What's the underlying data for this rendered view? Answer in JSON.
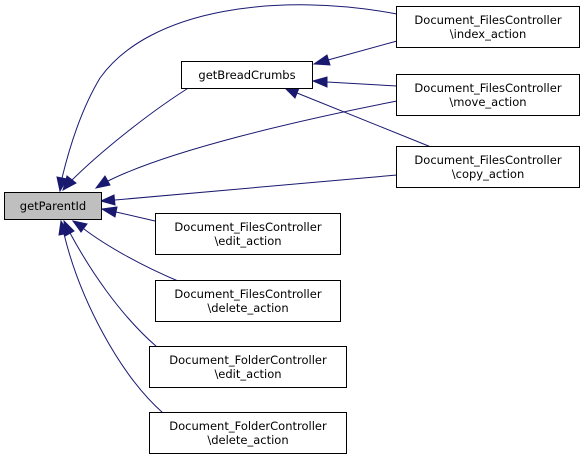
{
  "nodes": {
    "getParentId": {
      "lines": [
        "getParentId"
      ]
    },
    "getBreadCrumbs": {
      "lines": [
        "getBreadCrumbs"
      ]
    },
    "files_index": {
      "lines": [
        "Document_FilesController",
        "\\index_action"
      ]
    },
    "files_move": {
      "lines": [
        "Document_FilesController",
        "\\move_action"
      ]
    },
    "files_copy": {
      "lines": [
        "Document_FilesController",
        "\\copy_action"
      ]
    },
    "files_edit": {
      "lines": [
        "Document_FilesController",
        "\\edit_action"
      ]
    },
    "files_delete": {
      "lines": [
        "Document_FilesController",
        "\\delete_action"
      ]
    },
    "folder_edit": {
      "lines": [
        "Document_FolderController",
        "\\edit_action"
      ]
    },
    "folder_delete": {
      "lines": [
        "Document_FolderController",
        "\\delete_action"
      ]
    }
  },
  "edges": [
    {
      "from": "files_index",
      "to": "getBreadCrumbs"
    },
    {
      "from": "files_move",
      "to": "getBreadCrumbs"
    },
    {
      "from": "files_copy",
      "to": "getBreadCrumbs"
    },
    {
      "from": "getBreadCrumbs",
      "to": "getParentId"
    },
    {
      "from": "files_index",
      "to": "getParentId"
    },
    {
      "from": "files_move",
      "to": "getParentId"
    },
    {
      "from": "files_copy",
      "to": "getParentId"
    },
    {
      "from": "files_edit",
      "to": "getParentId"
    },
    {
      "from": "files_delete",
      "to": "getParentId"
    },
    {
      "from": "folder_edit",
      "to": "getParentId"
    },
    {
      "from": "folder_delete",
      "to": "getParentId"
    }
  ],
  "colors": {
    "edge": "#191970",
    "root_fill": "#bfbfbf",
    "node_fill": "#ffffff",
    "border": "#000000"
  }
}
